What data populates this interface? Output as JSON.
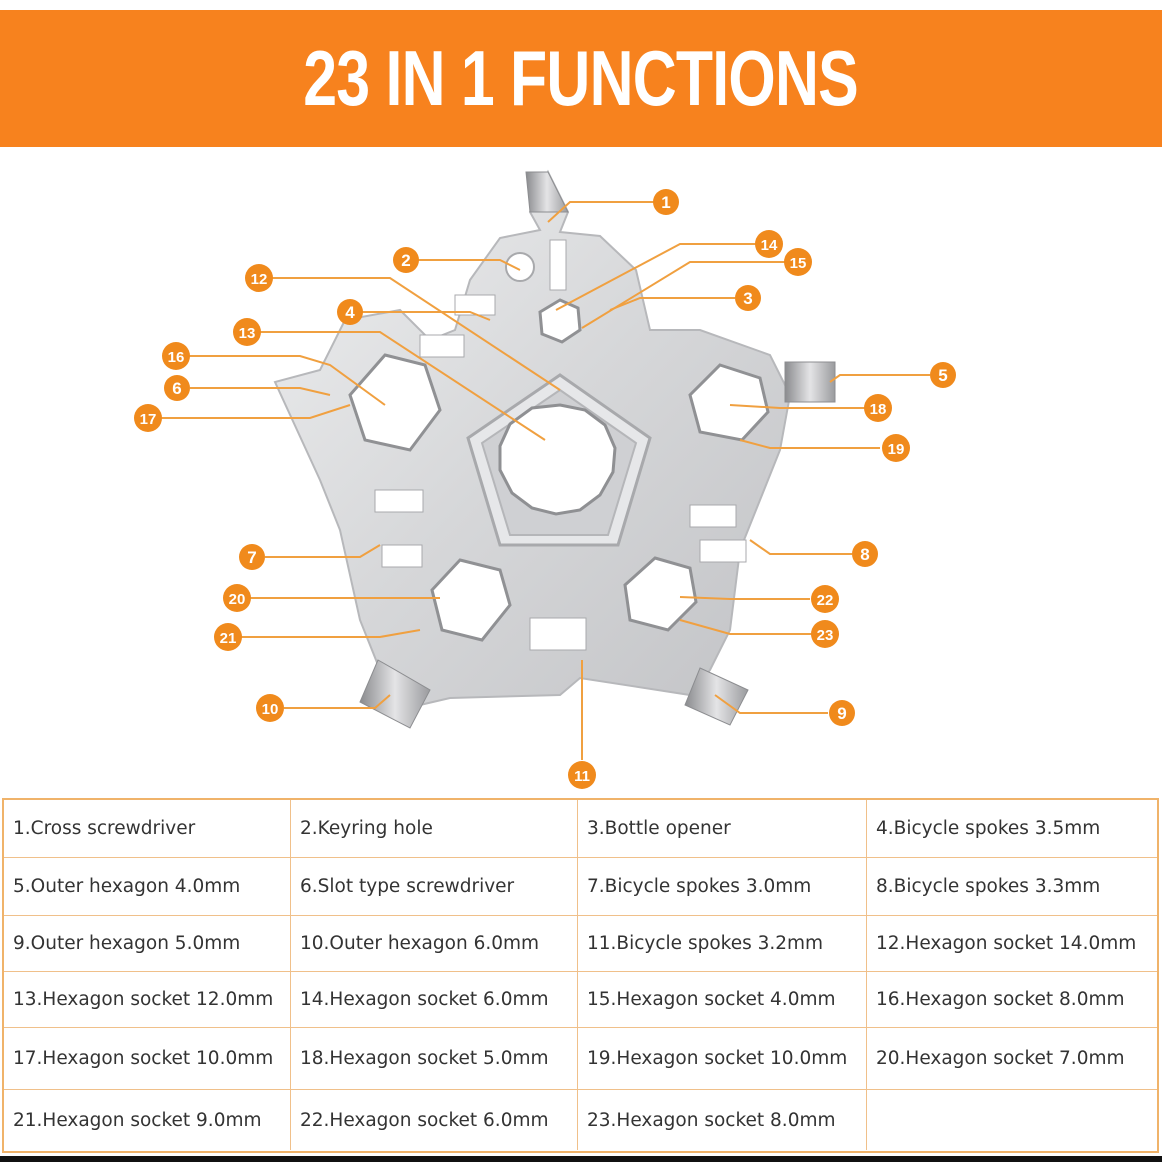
{
  "header": {
    "title": "23 IN 1 FUNCTIONS"
  },
  "colors": {
    "accent": "#f7821e",
    "callout": "#f08a1c",
    "leader_line": "#f0a040",
    "tool_metal": "#d9dadc"
  },
  "callout_numbers": [
    "1",
    "2",
    "3",
    "4",
    "5",
    "6",
    "7",
    "8",
    "9",
    "10",
    "11",
    "12",
    "13",
    "14",
    "15",
    "16",
    "17",
    "18",
    "19",
    "20",
    "21",
    "22",
    "23"
  ],
  "functions": [
    "1.Cross screwdriver",
    "2.Keyring hole",
    "3.Bottle opener",
    "4.Bicycle spokes 3.5mm",
    "5.Outer hexagon 4.0mm",
    "6.Slot type screwdriver",
    "7.Bicycle spokes 3.0mm",
    "8.Bicycle spokes 3.3mm",
    "9.Outer hexagon 5.0mm",
    "10.Outer hexagon 6.0mm",
    "11.Bicycle spokes 3.2mm",
    "12.Hexagon socket 14.0mm",
    "13.Hexagon socket 12.0mm",
    "14.Hexagon socket 6.0mm",
    "15.Hexagon socket 4.0mm",
    "16.Hexagon socket 8.0mm",
    "17.Hexagon socket 10.0mm",
    "18.Hexagon socket 5.0mm",
    "19.Hexagon socket 10.0mm",
    "20.Hexagon socket 7.0mm",
    "21.Hexagon socket 9.0mm",
    "22.Hexagon socket 6.0mm",
    "23.Hexagon socket 8.0mm",
    ""
  ]
}
